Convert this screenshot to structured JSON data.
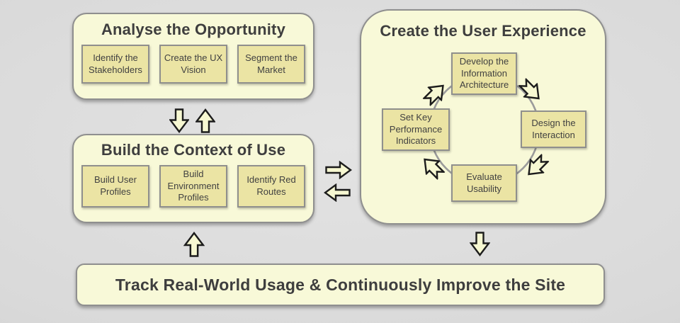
{
  "diagram": {
    "analyse": {
      "title": "Analyse the Opportunity",
      "items": [
        "Identify the Stakeholders",
        "Create the UX Vision",
        "Segment the Market"
      ]
    },
    "build": {
      "title": "Build the Context of Use",
      "items": [
        "Build User Profiles",
        "Build Environment Profiles",
        "Identify Red Routes"
      ]
    },
    "create": {
      "title": "Create the User Experience",
      "cycle": [
        "Develop the Information Architecture",
        "Design the Interaction",
        "Evaluate Usability",
        "Set Key Performance Indicators"
      ],
      "cycle_order": "clockwise: Develop the Information Architecture -> Design the Interaction -> Evaluate Usability -> Set Key Performance Indicators -> repeat"
    },
    "track": {
      "title": "Track Real-World Usage & Continuously Improve the Site"
    },
    "flow_arrows": [
      {
        "icon": "arrow-down-icon",
        "from": "Analyse the Opportunity",
        "to": "Build the Context of Use"
      },
      {
        "icon": "arrow-up-icon",
        "from": "Build the Context of Use",
        "to": "Analyse the Opportunity"
      },
      {
        "icon": "arrow-right-icon",
        "from": "Build the Context of Use",
        "to": "Create the User Experience"
      },
      {
        "icon": "arrow-left-icon",
        "from": "Create the User Experience",
        "to": "Build the Context of Use"
      },
      {
        "icon": "arrow-down-icon",
        "from": "Create the User Experience",
        "to": "Track Real-World Usage & Continuously Improve the Site"
      },
      {
        "icon": "arrow-up-icon",
        "from": "Track Real-World Usage & Continuously Improve the Site",
        "to": "Build the Context of Use"
      }
    ],
    "colors": {
      "page_background": "#d9d9d9",
      "group_fill": "#f8f9d8",
      "group_border": "#8f8f8f",
      "chip_fill": "#ebe4a4",
      "chip_border": "#8f8f8d",
      "arrow_fill": "#f7f8d2",
      "arrow_outline": "#1c1c1c",
      "cycle_ring": "#9b9b9b",
      "text": "#3e3e3e"
    }
  }
}
